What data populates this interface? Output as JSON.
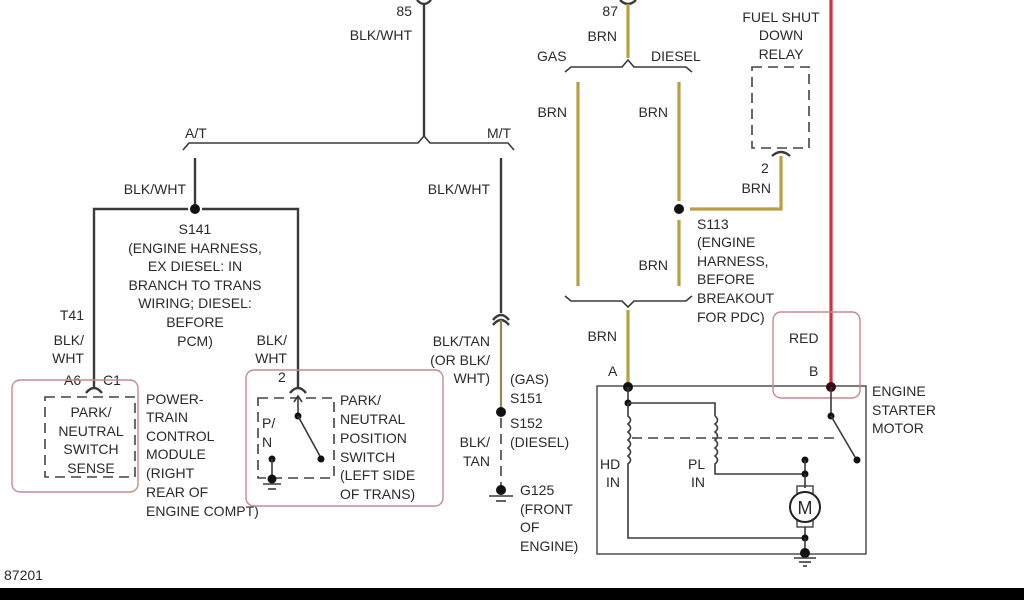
{
  "diagram": {
    "figure_id": "87201",
    "colors": {
      "black_wire": "#3a3a3a",
      "brown_wire": "#b8a040",
      "red_wire": "#d0303c",
      "highlight_box": "#c78a8e"
    },
    "top_left": {
      "pin": "85",
      "wire": "BLK/WHT",
      "branch_at": "A/T",
      "branch_mt": "M/T",
      "at_wire": "BLK/WHT",
      "mt_wire": "BLK/WHT"
    },
    "splice_s141": {
      "lines": [
        "S141",
        "(ENGINE HARNESS,",
        "EX DIESEL: IN",
        "BRANCH TO TRANS",
        "WIRING; DIESEL:",
        "BEFORE",
        "PCM)"
      ]
    },
    "pcm": {
      "circuit": "T41",
      "wire_lines": [
        "BLK/",
        "WHT"
      ],
      "pin_a6": "A6",
      "pin_c1": "C1",
      "inner_lines": [
        "PARK/",
        "NEUTRAL",
        "SWITCH",
        "SENSE"
      ],
      "label_lines": [
        "POWER-",
        "TRAIN",
        "CONTROL",
        "MODULE",
        "(RIGHT",
        "REAR OF",
        "ENGINE COMPT)"
      ]
    },
    "pn_switch": {
      "wire_lines": [
        "BLK/",
        "WHT"
      ],
      "pin": "2",
      "inner_lines": [
        "P/",
        "N"
      ],
      "label_lines": [
        "PARK/",
        "NEUTRAL",
        "POSITION",
        "SWITCH",
        "(LEFT SIDE",
        "OF TRANS)"
      ]
    },
    "mt_branch": {
      "wire_lines": [
        "BLK/TAN",
        "(OR BLK/",
        "WHT)"
      ],
      "splice_lines": [
        "(GAS)",
        "S151",
        "S152",
        "(DIESEL)"
      ],
      "ground_wire_lines": [
        "BLK/",
        "TAN"
      ],
      "ground_lines": [
        "G125",
        "(FRONT",
        "OF",
        "ENGINE)"
      ]
    },
    "top_right": {
      "pin": "87",
      "wire": "BRN",
      "branch_gas": "GAS",
      "branch_diesel": "DIESEL",
      "gas_wire": "BRN",
      "diesel_wire": "BRN",
      "lower_wire": "BRN",
      "out_wire": "BRN"
    },
    "relay": {
      "label_lines": [
        "FUEL SHUT",
        "DOWN",
        "RELAY"
      ],
      "pin": "2",
      "wire": "BRN"
    },
    "splice_s113": {
      "lines": [
        "S113",
        "(ENGINE",
        "HARNESS,",
        "BEFORE",
        "BREAKOUT",
        "FOR PDC)"
      ]
    },
    "starter": {
      "pin_a": "A",
      "pin_b": "B",
      "red_wire": "RED",
      "hd_lines": [
        "HD",
        "IN"
      ],
      "pl_lines": [
        "PL",
        "IN"
      ],
      "motor_symbol": "M",
      "label_lines": [
        "ENGINE",
        "STARTER",
        "MOTOR"
      ]
    }
  }
}
